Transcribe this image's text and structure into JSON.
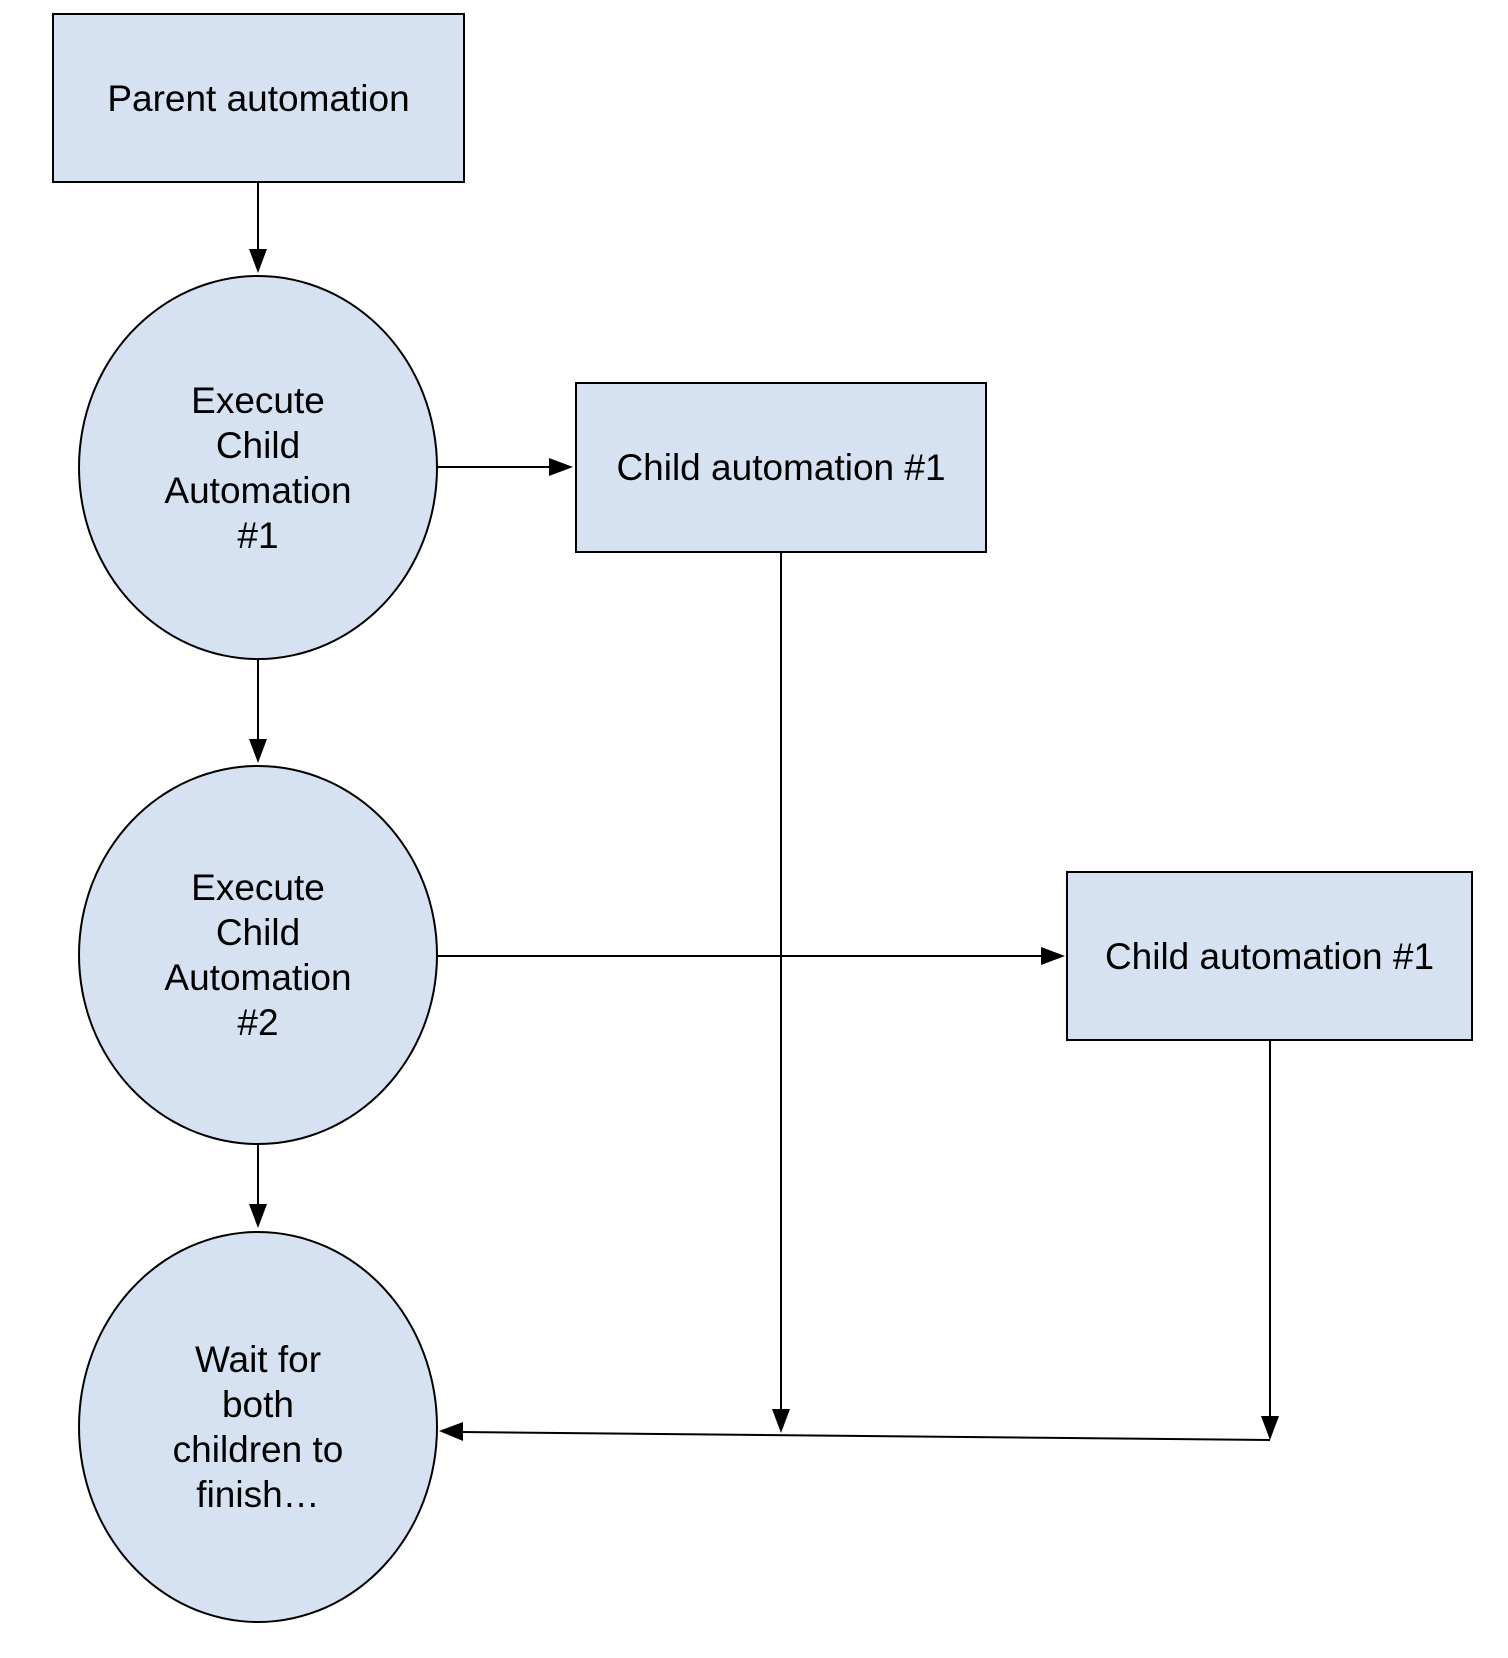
{
  "diagram": {
    "colors": {
      "background": "#ffffff",
      "node_fill": "#d6e2f1",
      "node_border": "#000000",
      "connector": "#000000",
      "text": "#000000"
    },
    "nodes": {
      "parent_box": {
        "label": "Parent automation"
      },
      "exec_child_1_circle": {
        "lines": [
          "Execute",
          "Child",
          "Automation",
          "#1"
        ]
      },
      "child_automation_box_1": {
        "label": "Child automation #1"
      },
      "exec_child_2_circle": {
        "lines": [
          "Execute",
          "Child",
          "Automation",
          "#2"
        ]
      },
      "child_automation_box_2": {
        "label": "Child automation #1"
      },
      "wait_circle": {
        "lines": [
          "Wait for",
          "both",
          "children to",
          "finish…"
        ]
      }
    }
  }
}
